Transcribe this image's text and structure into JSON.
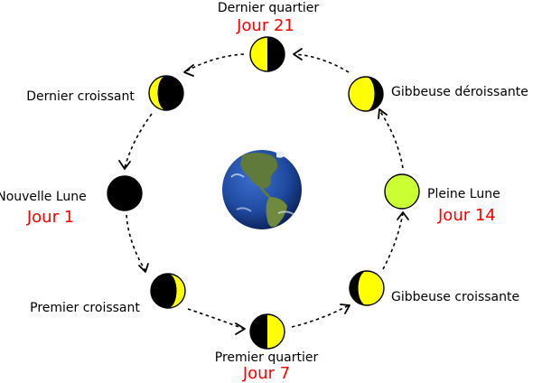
{
  "colors": {
    "moon_lit": "#ffff00",
    "moon_full": "#ccff33",
    "moon_dark": "#000000",
    "day_text": "#ff0000",
    "earth_ocean": "#1f4aa0"
  },
  "center": {
    "icon": "earth-icon"
  },
  "phases": [
    {
      "id": "nouvelle-lune",
      "label": "Nouvelle Lune",
      "day": "Jour 1",
      "lit_fraction": 0.0,
      "lit_side": "none"
    },
    {
      "id": "premier-croissant",
      "label": "Premier croissant",
      "day": "",
      "lit_fraction": 0.25,
      "lit_side": "right"
    },
    {
      "id": "premier-quartier",
      "label": "Premier quartier",
      "day": "Jour 7",
      "lit_fraction": 0.5,
      "lit_side": "right"
    },
    {
      "id": "gibbeuse-croissante",
      "label": "Gibbeuse croissante",
      "day": "",
      "lit_fraction": 0.75,
      "lit_side": "right"
    },
    {
      "id": "pleine-lune",
      "label": "Pleine Lune",
      "day": "Jour 14",
      "lit_fraction": 1.0,
      "lit_side": "full"
    },
    {
      "id": "gibbeuse-deroissante",
      "label": "Gibbeuse déroissante",
      "day": "",
      "lit_fraction": 0.75,
      "lit_side": "left"
    },
    {
      "id": "dernier-quartier",
      "label": "Dernier quartier",
      "day": "Jour 21",
      "lit_fraction": 0.5,
      "lit_side": "left"
    },
    {
      "id": "dernier-croissant",
      "label": "Dernier croissant",
      "day": "",
      "lit_fraction": 0.25,
      "lit_side": "left"
    }
  ]
}
